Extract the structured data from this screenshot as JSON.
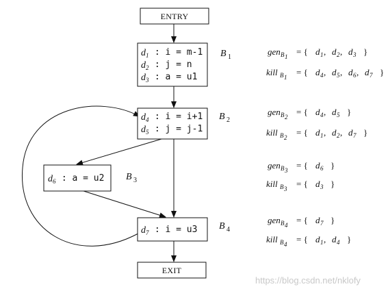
{
  "terminals": {
    "entry": "ENTRY",
    "exit": "EXIT"
  },
  "blocks": [
    {
      "label": "B",
      "label_sub": "1",
      "defs": [
        {
          "d": "d",
          "sub": "1",
          "code": " : i = m-1"
        },
        {
          "d": "d",
          "sub": "2",
          "code": " : j = n"
        },
        {
          "d": "d",
          "sub": "3",
          "code": " : a = u1"
        }
      ]
    },
    {
      "label": "B",
      "label_sub": "2",
      "defs": [
        {
          "d": "d",
          "sub": "4",
          "code": " : i = i+1"
        },
        {
          "d": "d",
          "sub": "5",
          "code": " : j = j-1"
        }
      ]
    },
    {
      "label": "B",
      "label_sub": "3",
      "defs": [
        {
          "d": "d",
          "sub": "6",
          "code": " : a = u2"
        }
      ]
    },
    {
      "label": "B",
      "label_sub": "4",
      "defs": [
        {
          "d": "d",
          "sub": "7",
          "code": " : i = u3"
        }
      ]
    }
  ],
  "sets": [
    {
      "gen": {
        "name": "gen",
        "block": "B",
        "block_sub": "1",
        "eq": "= {",
        "items": [
          {
            "d": "d",
            "sub": "1"
          },
          {
            "d": "d",
            "sub": "2"
          },
          {
            "d": "d",
            "sub": "3"
          }
        ],
        "close": "}"
      },
      "kill": {
        "name": "kill",
        "block": "B",
        "block_sub": "1",
        "eq": "= {",
        "items": [
          {
            "d": "d",
            "sub": "4"
          },
          {
            "d": "d",
            "sub": "5"
          },
          {
            "d": "d",
            "sub": "6"
          },
          {
            "d": "d",
            "sub": "7"
          }
        ],
        "close": "}"
      }
    },
    {
      "gen": {
        "name": "gen",
        "block": "B",
        "block_sub": "2",
        "eq": "= {",
        "items": [
          {
            "d": "d",
            "sub": "4"
          },
          {
            "d": "d",
            "sub": "5"
          }
        ],
        "close": "}"
      },
      "kill": {
        "name": "kill",
        "block": "B",
        "block_sub": "2",
        "eq": "= {",
        "items": [
          {
            "d": "d",
            "sub": "1"
          },
          {
            "d": "d",
            "sub": "2"
          },
          {
            "d": "d",
            "sub": "7"
          }
        ],
        "close": "}"
      }
    },
    {
      "gen": {
        "name": "gen",
        "block": "B",
        "block_sub": "3",
        "eq": "= {",
        "items": [
          {
            "d": "d",
            "sub": "6"
          }
        ],
        "close": "}"
      },
      "kill": {
        "name": "kill",
        "block": "B",
        "block_sub": "3",
        "eq": "= {",
        "items": [
          {
            "d": "d",
            "sub": "3"
          }
        ],
        "close": "}"
      }
    },
    {
      "gen": {
        "name": "gen",
        "block": "B",
        "block_sub": "4",
        "eq": "= {",
        "items": [
          {
            "d": "d",
            "sub": "7"
          }
        ],
        "close": "}"
      },
      "kill": {
        "name": "kill",
        "block": "B",
        "block_sub": "4",
        "eq": "= {",
        "items": [
          {
            "d": "d",
            "sub": "1"
          },
          {
            "d": "d",
            "sub": "4"
          }
        ],
        "close": "}"
      }
    }
  ],
  "watermark": "https://blog.csdn.net/nklofy"
}
